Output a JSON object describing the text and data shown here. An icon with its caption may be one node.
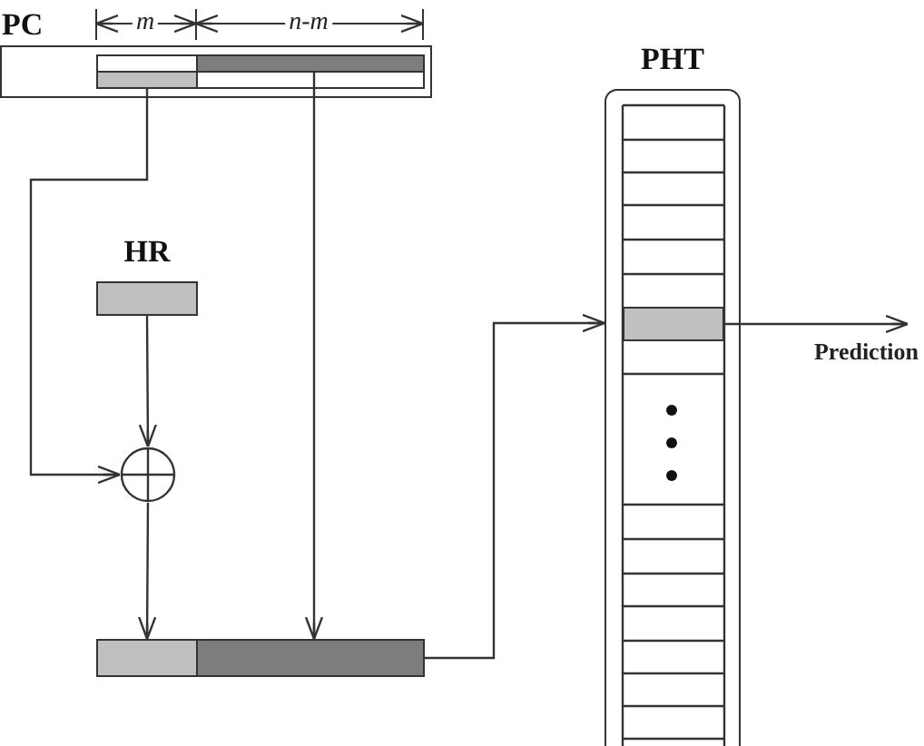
{
  "diagram": {
    "nodes": [
      {
        "text": [
          "PC"
        ]
      },
      {
        "text": [],
        "shape": "bar",
        "in": 0
      },
      {
        "text": [],
        "shape": "bar",
        "in": 0
      },
      {
        "text": [
          "HR"
        ]
      },
      {
        "text": [],
        "shape": "circle"
      },
      {
        "text": [],
        "shape": "bar"
      },
      {
        "text": [],
        "shape": "bar"
      },
      {
        "text": [
          "PHT"
        ]
      },
      {
        "text": [],
        "shape": "bar",
        "in": 7
      }
    ],
    "edges": [
      {
        "from": 1,
        "to": 4,
        "arrow": "to"
      },
      {
        "from": 3,
        "to": 4,
        "arrow": "to"
      },
      {
        "from": 4,
        "to": 5,
        "arrow": "to"
      },
      {
        "from": 2,
        "to": 6,
        "arrow": "to"
      },
      {
        "from": 6,
        "to": 7,
        "arrow": "to"
      },
      {
        "from": 8,
        "to": null,
        "arrow": "to",
        "label": "Prediction"
      }
    ],
    "labels": [
      "m",
      "n-m"
    ]
  }
}
